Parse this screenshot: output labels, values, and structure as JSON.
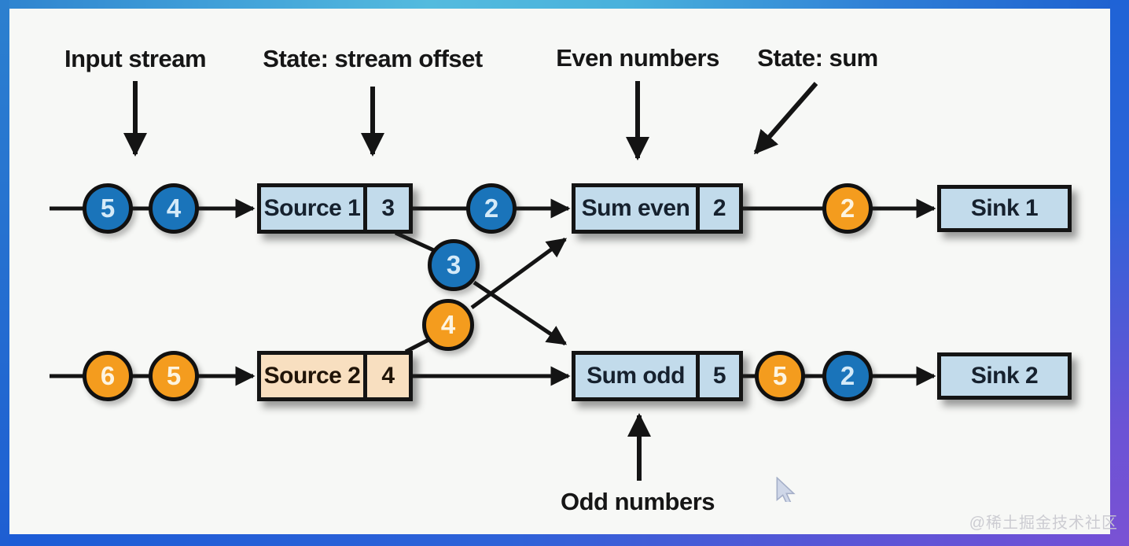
{
  "watermark": "@稀土掘金技术社区",
  "annotations": {
    "input_stream": "Input stream",
    "state_stream_offset": "State: stream offset",
    "even_numbers": "Even numbers",
    "state_sum": "State: sum",
    "odd_numbers": "Odd numbers"
  },
  "nodes": {
    "source1": {
      "label": "Source 1",
      "state": "3"
    },
    "sum_even": {
      "label": "Sum even",
      "state": "2"
    },
    "sink1": {
      "label": "Sink 1"
    },
    "source2": {
      "label": "Source 2",
      "state": "4"
    },
    "sum_odd": {
      "label": "Sum odd",
      "state": "5"
    },
    "sink2": {
      "label": "Sink 2"
    }
  },
  "tokens": {
    "input_top": [
      "5",
      "4"
    ],
    "after_source1": "2",
    "cross_to_odd": "3",
    "cross_to_even": "4",
    "after_sum_even": "2",
    "input_bottom": [
      "6",
      "5"
    ],
    "after_sum_odd": [
      "5",
      "2"
    ]
  },
  "colors": {
    "token_blue": "#1a74ba",
    "token_orange": "#f49c1e",
    "box_blue": "#c2dbeb",
    "box_peach": "#f8dfc0",
    "line": "#141414",
    "frame_blue": "#2f84cf",
    "frame_purple": "#7450d4"
  }
}
